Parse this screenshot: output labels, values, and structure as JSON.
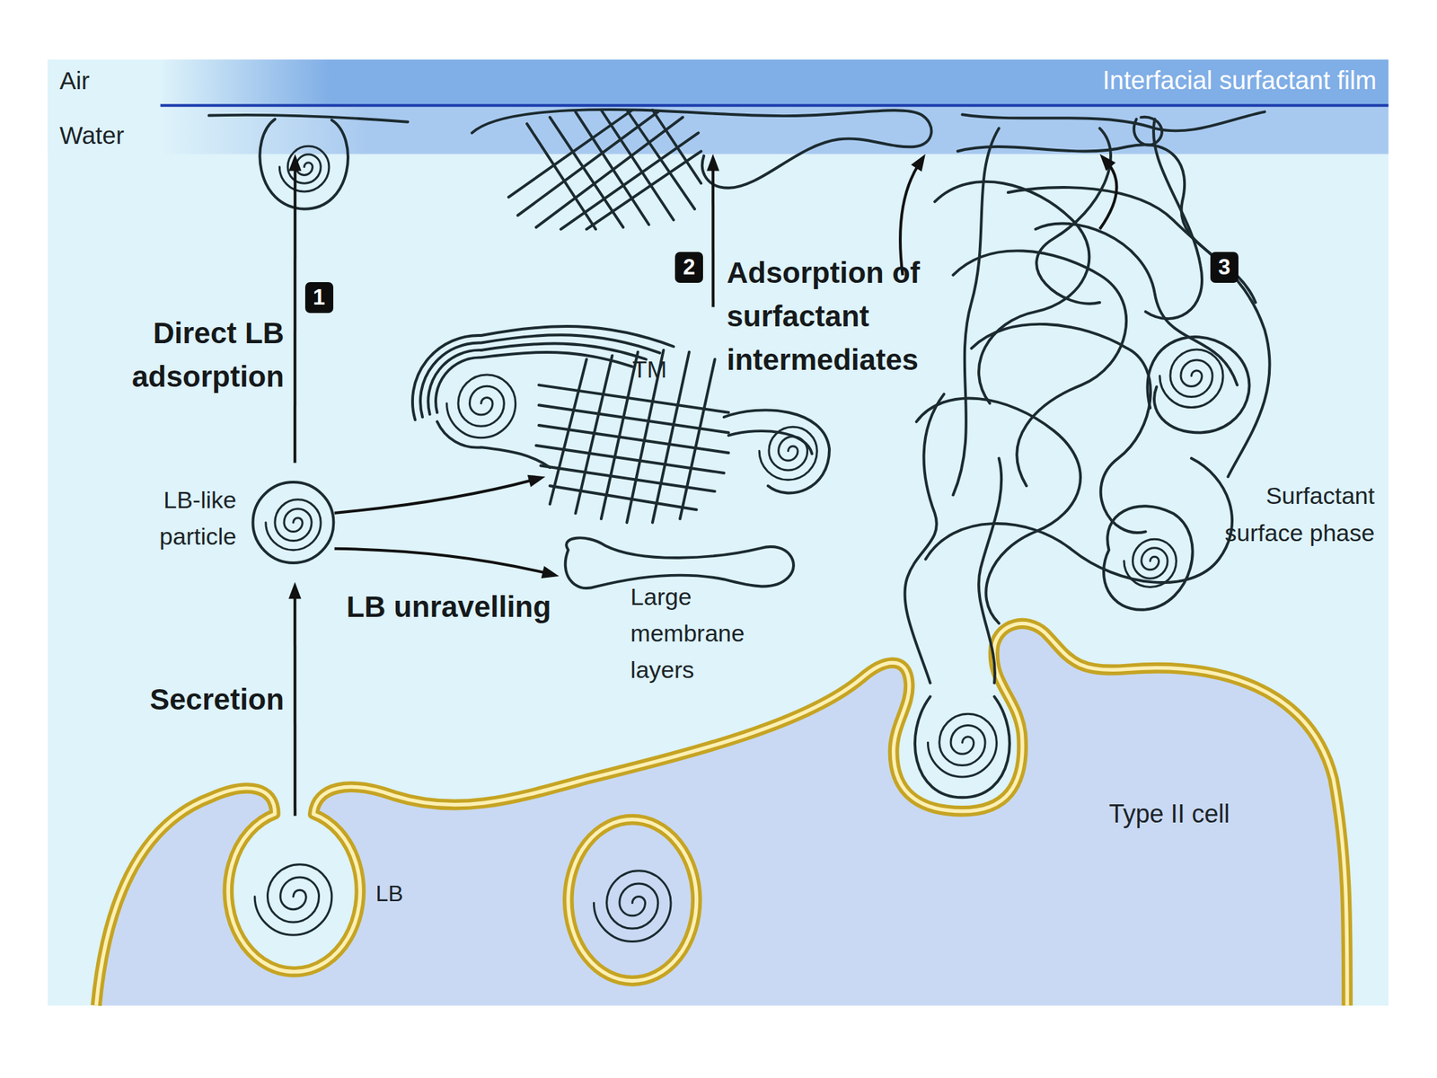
{
  "diagram": {
    "nodes": [
      {
        "text": [
          "Interfacial surfactant film"
        ]
      },
      {
        "text": [
          "Type II cell"
        ]
      },
      {
        "text": [
          "LB"
        ],
        "in": 1
      },
      {
        "text": [
          "LB-like particle"
        ]
      },
      {
        "text": [
          "TM"
        ]
      },
      {
        "text": [
          "Large membrane layers"
        ]
      },
      {
        "text": [
          "Surfactant surface phase"
        ]
      }
    ],
    "edges": [
      {
        "from": 2,
        "to": 3,
        "label": "Secretion",
        "arrow": "to"
      },
      {
        "from": 3,
        "to": 0,
        "label": "Direct LB adsorption",
        "arrow": "to"
      },
      {
        "from": 3,
        "to": 4,
        "arrow": "to"
      },
      {
        "from": 3,
        "to": 5,
        "label": "LB unravelling",
        "arrow": "to"
      },
      {
        "from": 4,
        "to": 0,
        "label": "Adsorption of surfactant intermediates",
        "arrow": "to"
      },
      {
        "from": 6,
        "to": 0,
        "arrow": "to"
      },
      {
        "from": 6,
        "to": 0,
        "arrow": "to"
      }
    ],
    "labels": [
      "Air",
      "Water",
      "1",
      "2",
      "3"
    ]
  }
}
